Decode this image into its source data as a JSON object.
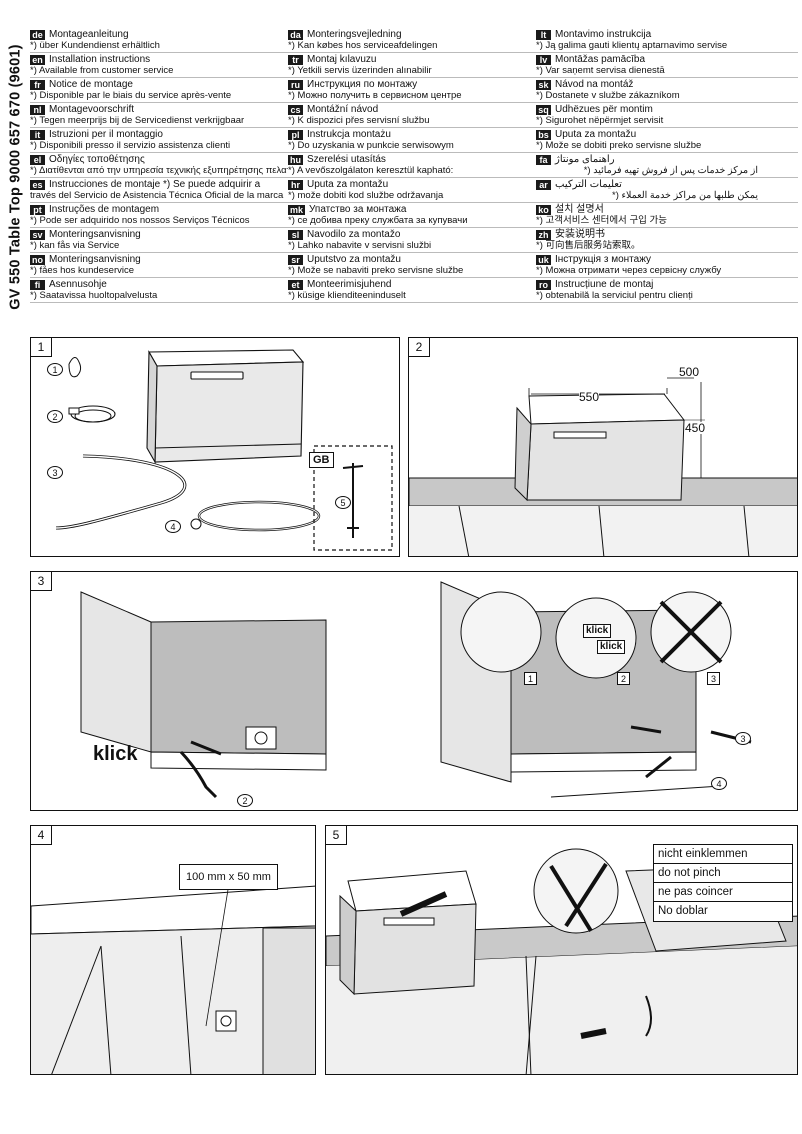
{
  "side_title": "GV 550 Table Top 9000 657 670 (9601)",
  "languages": {
    "col1": [
      {
        "code": "de",
        "title": "Montageanleitung",
        "sub": "*) über Kundendienst erhältlich"
      },
      {
        "code": "en",
        "title": "Installation instructions",
        "sub": "*) Available from customer service"
      },
      {
        "code": "fr",
        "title": "Notice de montage",
        "sub": "*) Disponible par le biais du service après-vente"
      },
      {
        "code": "nl",
        "title": "Montagevoorschrift",
        "sub": "*) Tegen meerprijs bij de Servicedienst verkrijgbaar"
      },
      {
        "code": "it",
        "title": "Istruzioni per il montaggio",
        "sub": "*) Disponibili presso il servizio assistenza clienti"
      },
      {
        "code": "el",
        "title": "Οδηγίες τοποθέτησης",
        "sub": "*) Διατίθενται από την υπηρεσία τεχνικής εξυπηρέτησης πελατών"
      },
      {
        "code": "es",
        "title": "Instrucciones de montaje   *) Se puede adquirir a",
        "sub": "través del Servicio de Asistencia Técnica Oficial de la marca"
      },
      {
        "code": "pt",
        "title": "Instruções de montagem",
        "sub": "*) Pode ser adquirido nos nossos Serviços Técnicos"
      },
      {
        "code": "sv",
        "title": "Monteringsanvisning",
        "sub": "*) kan fås via Service"
      },
      {
        "code": "no",
        "title": "Monteringsanvisning",
        "sub": "*) fåes hos kundeservice"
      },
      {
        "code": "fi",
        "title": "Asennusohje",
        "sub": "*) Saatavissa huoltopalvelusta"
      }
    ],
    "col2": [
      {
        "code": "da",
        "title": "Monteringsvejledning",
        "sub": "*) Kan købes hos serviceafdelingen"
      },
      {
        "code": "tr",
        "title": "Montaj kılavuzu",
        "sub": "*) Yetkili servis üzerinden alınabilir"
      },
      {
        "code": "ru",
        "title": "Инструкция по монтажу",
        "sub": "*) Можно получить в сервисном центре"
      },
      {
        "code": "cs",
        "title": "Montážní návod",
        "sub": "*) K dispozici přes servisní službu"
      },
      {
        "code": "pl",
        "title": "Instrukcja montażu",
        "sub": "*) Do uzyskania w punkcie serwisowym"
      },
      {
        "code": "hu",
        "title": "Szerelési utasítás",
        "sub": "*) A vevőszolgálaton keresztül kapható:"
      },
      {
        "code": "hr",
        "title": "Uputa za montažu",
        "sub": "*) može dobiti kod službe održavanja"
      },
      {
        "code": "mk",
        "title": "Упатство за монтажа",
        "sub": "*) се добива преку службата за купувачи"
      },
      {
        "code": "sl",
        "title": "Navodilo za montažo",
        "sub": "*) Lahko nabavite v servisni službi"
      },
      {
        "code": "sr",
        "title": "Uputstvo za montažu",
        "sub": "*) Može se nabaviti preko servisne službe"
      },
      {
        "code": "et",
        "title": "Monteerimisjuhend",
        "sub": "*) küsige klienditeeninduselt"
      }
    ],
    "col3": [
      {
        "code": "lt",
        "title": "Montavimo instrukcija",
        "sub": "*) Ją galima gauti klientų aptarnavimo servise"
      },
      {
        "code": "lv",
        "title": "Montāžas pamācība",
        "sub": "*) Var saņemt servisa dienestā"
      },
      {
        "code": "sk",
        "title": "Návod na montáž",
        "sub": "*) Dostanete v službe zákazníkom"
      },
      {
        "code": "sq",
        "title": "Udhëzues për montim",
        "sub": "*) Sigurohet nëpërmjet servisit"
      },
      {
        "code": "bs",
        "title": "Uputa za montažu",
        "sub": "*) Može se dobiti preko servisne službe"
      },
      {
        "code": "fa",
        "title": "راهنمای مونتاژ",
        "sub": "*) از مرکز خدمات پس از فروش تهیه فرمائید",
        "rtl": true
      },
      {
        "code": "ar",
        "title": "تعليمات التركيب",
        "sub": "*) يمكن طلبها من مراكز خدمة العملاء",
        "rtl": true
      },
      {
        "code": "ko",
        "title": "설치 설명서",
        "sub": "*) 고객서비스 센터에서 구입 가능"
      },
      {
        "code": "zh",
        "title": "安装说明书",
        "sub": "*) 可向售后服务站索取。"
      },
      {
        "code": "uk",
        "title": "Інструкція з монтажу",
        "sub": "*) Можна отримати через сервісну службу"
      },
      {
        "code": "ro",
        "title": "Instrucțiune de montaj",
        "sub": "*) obtenabilă la serviciul pentru clienți"
      }
    ]
  },
  "panels": {
    "p1": {
      "num": "1",
      "gb": "GB",
      "items": [
        "1",
        "2",
        "3",
        "4",
        "5"
      ]
    },
    "p2": {
      "num": "2",
      "width": "550",
      "depth": "500",
      "height": "450"
    },
    "p3": {
      "num": "3",
      "klick_left": "klick",
      "klick_a": "klick",
      "klick_b": "klick",
      "steps": [
        "1",
        "2",
        "3"
      ],
      "items": [
        "2",
        "3",
        "4"
      ]
    },
    "p4": {
      "num": "4",
      "cutout": "100 mm x 50 mm"
    },
    "p5": {
      "num": "5",
      "warnings": [
        "nicht einklemmen",
        "do not pinch",
        "ne pas coincer",
        "No doblar"
      ]
    }
  }
}
